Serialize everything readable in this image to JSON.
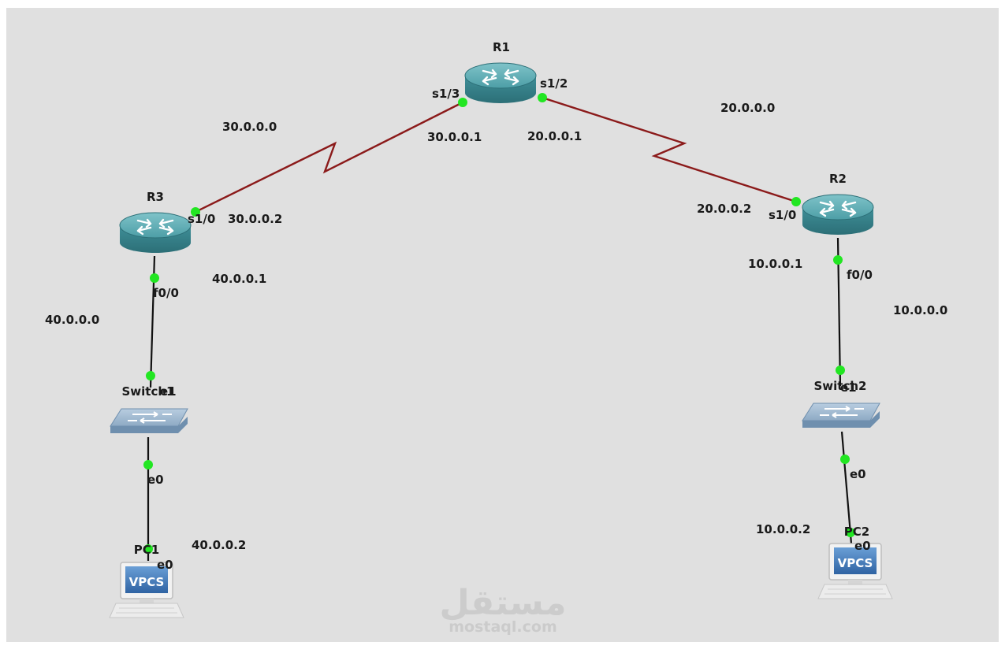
{
  "canvas": {
    "background": "#e0e0e0"
  },
  "colors": {
    "serial_link": "#8b1a1a",
    "ethernet_link": "#111111",
    "port_up": "#22e622",
    "router_body": "#3f8f98",
    "switch_body": "#8eaac4",
    "vpcs_screen": "#3e78b8"
  },
  "nodes": {
    "r1": {
      "name": "R1",
      "icon": "router-icon"
    },
    "r2": {
      "name": "R2",
      "icon": "router-icon"
    },
    "r3": {
      "name": "R3",
      "icon": "router-icon"
    },
    "switch1": {
      "name": "Switch1",
      "icon": "switch-icon"
    },
    "switch2": {
      "name": "Switch2",
      "icon": "switch-icon"
    },
    "pc1": {
      "name": "PC1",
      "icon": "vpcs-icon",
      "screen_text": "VPCS"
    },
    "pc2": {
      "name": "PC2",
      "icon": "vpcs-icon",
      "screen_text": "VPCS"
    }
  },
  "links": {
    "r1_r3": {
      "network": "30.0.0.0",
      "a_port": "s1/3",
      "a_ip": "30.0.0.1",
      "b_port": "s1/0",
      "b_ip": "30.0.0.2"
    },
    "r1_r2": {
      "network": "20.0.0.0",
      "a_port": "s1/2",
      "a_ip": "20.0.0.1",
      "b_port": "s1/0",
      "b_ip": "20.0.0.2"
    },
    "r3_sw1": {
      "network": "40.0.0.0",
      "a_port": "f0/0",
      "a_ip": "40.0.0.1",
      "b_port": "e1"
    },
    "sw1_pc1": {
      "a_port": "e0",
      "b_port": "e0",
      "b_ip": "40.0.0.2"
    },
    "r2_sw2": {
      "network": "10.0.0.0",
      "a_port": "f0/0",
      "a_ip": "10.0.0.1",
      "b_port": "e1"
    },
    "sw2_pc2": {
      "a_port": "e0",
      "b_port": "e0",
      "b_ip": "10.0.0.2"
    }
  },
  "watermark": {
    "arabic": "مستقل",
    "latin": "mostaql.com"
  }
}
